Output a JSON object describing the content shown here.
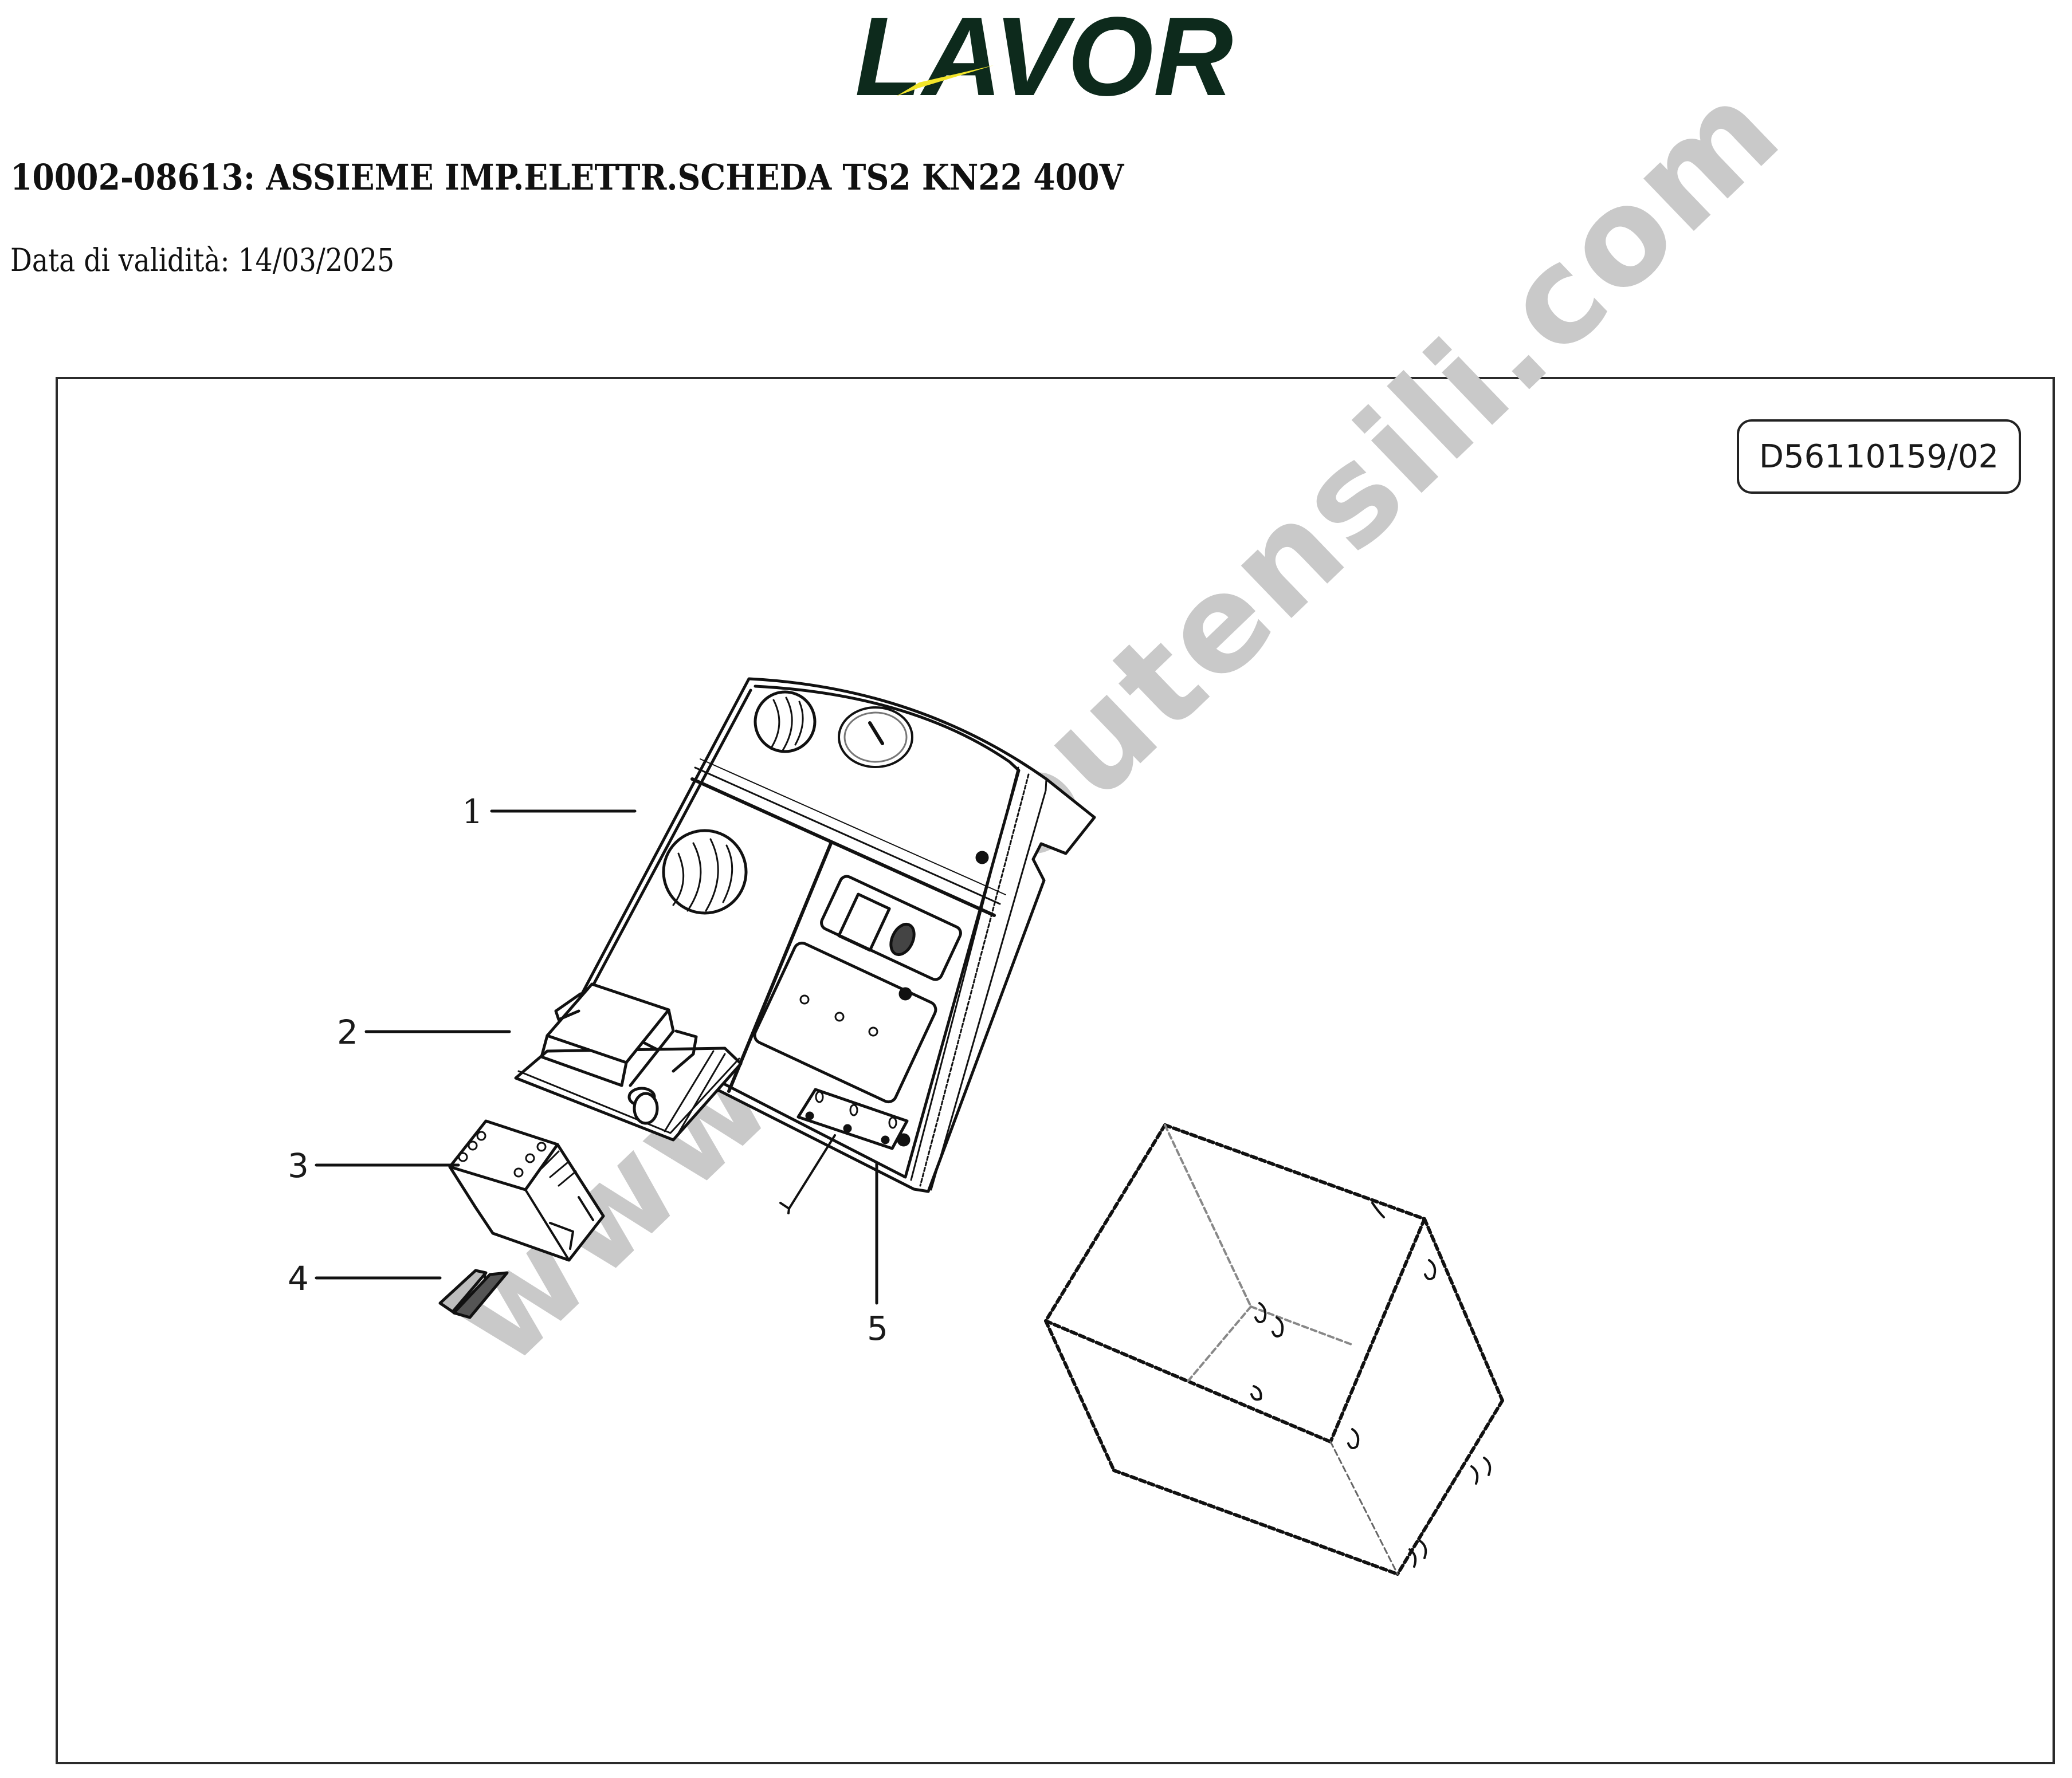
{
  "brand": {
    "logo_text": "LAVOR",
    "logo_color": "#0d2a1c",
    "accent_color": "#f2e52a"
  },
  "header": {
    "title": "10002-08613: ASSIEME IMP.ELETTR.SCHEDA TS2 KN22 400V",
    "validity": "Data di validità: 14/03/2025"
  },
  "drawing": {
    "drawing_id": "D56110159/02",
    "watermark": "www.bricoutensili.com",
    "callouts": [
      {
        "number": "1",
        "part": "control-panel"
      },
      {
        "number": "2",
        "part": "electronic-board"
      },
      {
        "number": "3",
        "part": "contactor-relay"
      },
      {
        "number": "4",
        "part": "terminal-bracket"
      },
      {
        "number": "5",
        "part": "terminal-plate"
      }
    ]
  }
}
